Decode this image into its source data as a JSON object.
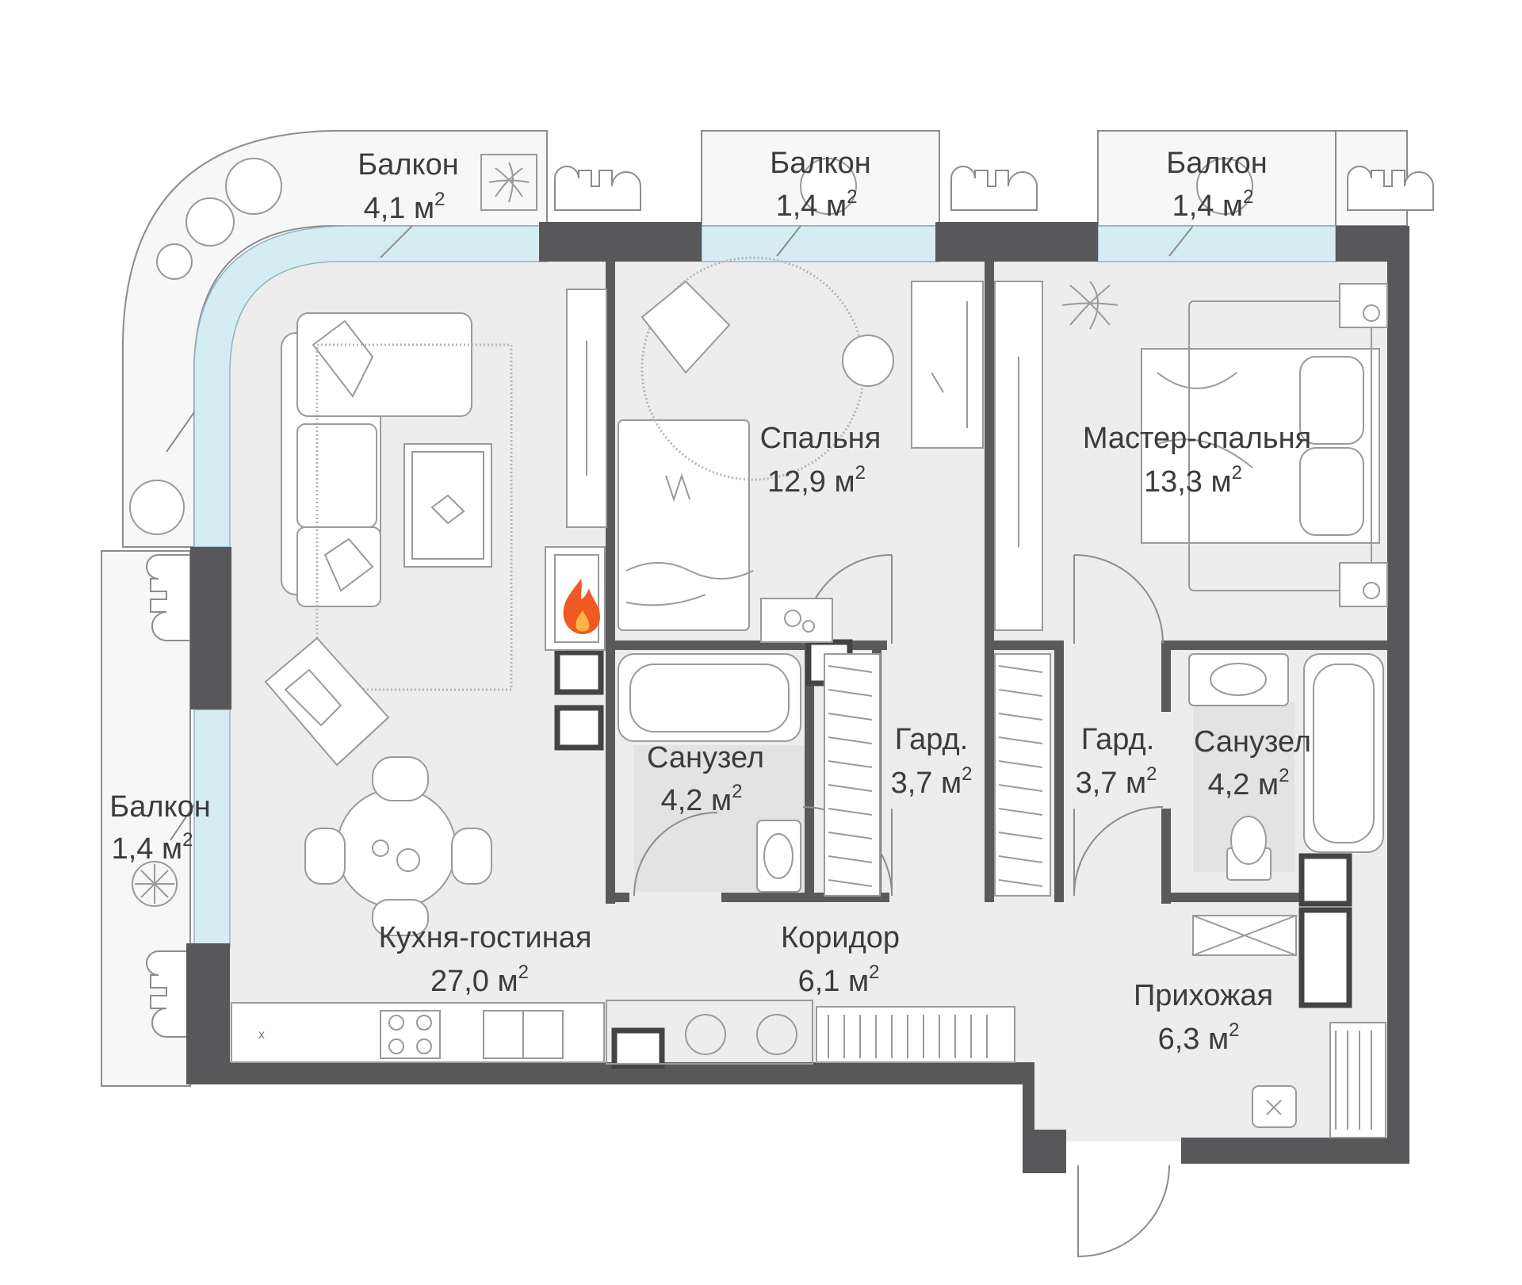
{
  "rooms": [
    {
      "name": "Балкон",
      "area": "4,1 м",
      "unit_sup": "2"
    },
    {
      "name": "Балкон",
      "area": "1,4 м",
      "unit_sup": "2"
    },
    {
      "name": "Балкон",
      "area": "1,4 м",
      "unit_sup": "2"
    },
    {
      "name": "Спальня",
      "area": "12,9 м",
      "unit_sup": "2"
    },
    {
      "name": "Мастер-спальня",
      "area": "13,3 м",
      "unit_sup": "2"
    },
    {
      "name": "Санузел",
      "area": "4,2 м",
      "unit_sup": "2"
    },
    {
      "name": "Гард.",
      "area": "3,7 м",
      "unit_sup": "2"
    },
    {
      "name": "Гард.",
      "area": "3,7 м",
      "unit_sup": "2"
    },
    {
      "name": "Санузел",
      "area": "4,2 м",
      "unit_sup": "2"
    },
    {
      "name": "Балкон",
      "area": "1,4 м",
      "unit_sup": "2"
    },
    {
      "name": "Кухня-гостиная",
      "area": "27,0 м",
      "unit_sup": "2"
    },
    {
      "name": "Коридор",
      "area": "6,1 м",
      "unit_sup": "2"
    },
    {
      "name": "Прихожая",
      "area": "6,3 м",
      "unit_sup": "2"
    }
  ],
  "colors": {
    "wall": "#58585a",
    "floor": "#ededed",
    "glass": "#d6ecf3",
    "text": "#3c3c3c",
    "fire": "#f05a22"
  },
  "icons": [
    "fireplace-icon",
    "plant-icon",
    "washing-machine-icon",
    "stove-icon",
    "sink-icon",
    "bathtub-icon",
    "toilet-icon",
    "bed-icon",
    "sofa-icon",
    "table-icon"
  ]
}
